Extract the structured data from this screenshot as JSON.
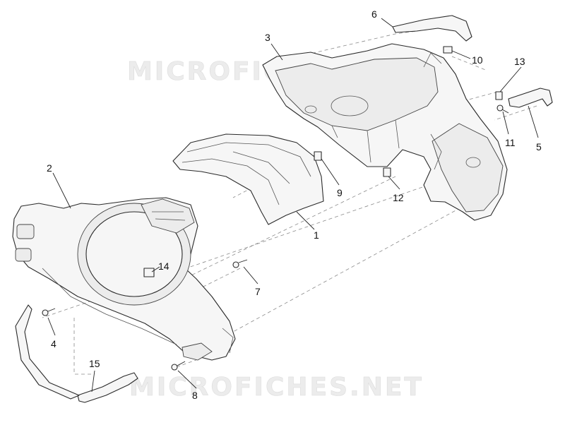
{
  "watermarks": [
    "MICROFICHES",
    "MICROFICHES.NET"
  ],
  "callouts": [
    {
      "id": "c1",
      "label": "1"
    },
    {
      "id": "c2",
      "label": "2"
    },
    {
      "id": "c3",
      "label": "3"
    },
    {
      "id": "c4",
      "label": "4"
    },
    {
      "id": "c5",
      "label": "5"
    },
    {
      "id": "c6",
      "label": "6"
    },
    {
      "id": "c7",
      "label": "7"
    },
    {
      "id": "c8",
      "label": "8"
    },
    {
      "id": "c9",
      "label": "9"
    },
    {
      "id": "c10",
      "label": "10"
    },
    {
      "id": "c11",
      "label": "11"
    },
    {
      "id": "c12",
      "label": "12"
    },
    {
      "id": "c13",
      "label": "13"
    },
    {
      "id": "c14",
      "label": "14"
    },
    {
      "id": "c15",
      "label": "15"
    }
  ]
}
